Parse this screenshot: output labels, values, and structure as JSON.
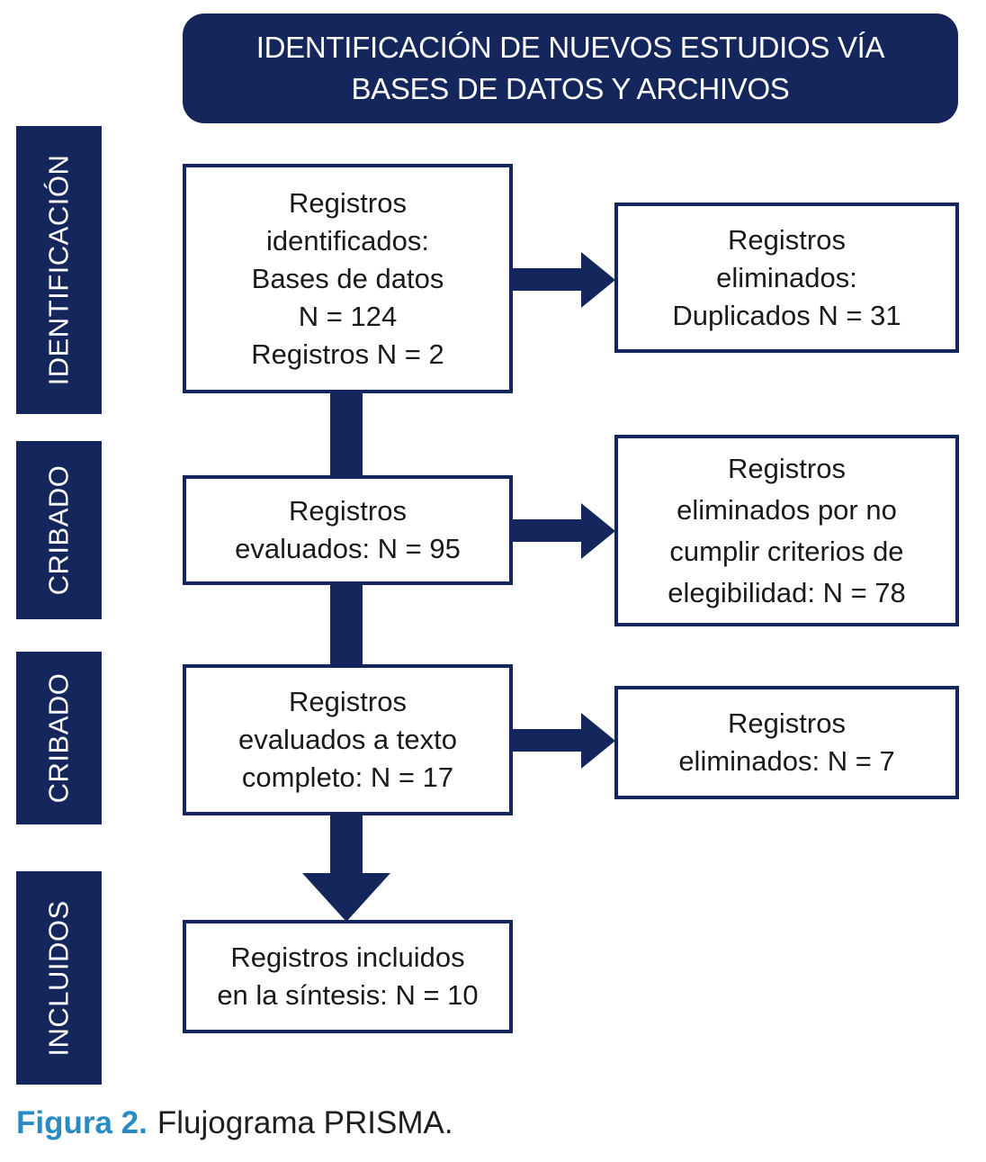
{
  "colors": {
    "navy": "#14265c",
    "box_text": "#1a1a1a",
    "caption_accent": "#2a8bc2",
    "caption_text": "#1e1e1e",
    "background": "#ffffff",
    "header_text": "#ffffff"
  },
  "header": {
    "title": "IDENTIFICACIÓN DE NUEVOS ESTUDIOS VÍA BASES DE DATOS Y ARCHIVOS"
  },
  "side_labels": [
    {
      "label": "IDENTIFICACIÓN"
    },
    {
      "label": "CRIBADO"
    },
    {
      "label": "CRIBADO"
    },
    {
      "label": "INCLUIDOS"
    }
  ],
  "flow_boxes": [
    {
      "text": "Registros\nidentificados:\nBases de datos\nN = 124\nRegistros N = 2"
    },
    {
      "text": "Registros\nevaluados: N = 95"
    },
    {
      "text": "Registros\nevaluados a texto\ncompleto: N = 17"
    },
    {
      "text": "Registros incluidos\nen la síntesis: N = 10"
    }
  ],
  "side_boxes": [
    {
      "text": "Registros\neliminados:\nDuplicados N = 31"
    },
    {
      "text": "Registros\neliminados por no\ncumplir criterios de\nelegibilidad: N = 78"
    },
    {
      "text": "Registros\neliminados: N = 7"
    }
  ],
  "caption": {
    "figure_label": "Figura 2.",
    "title": "Flujograma PRISMA."
  }
}
